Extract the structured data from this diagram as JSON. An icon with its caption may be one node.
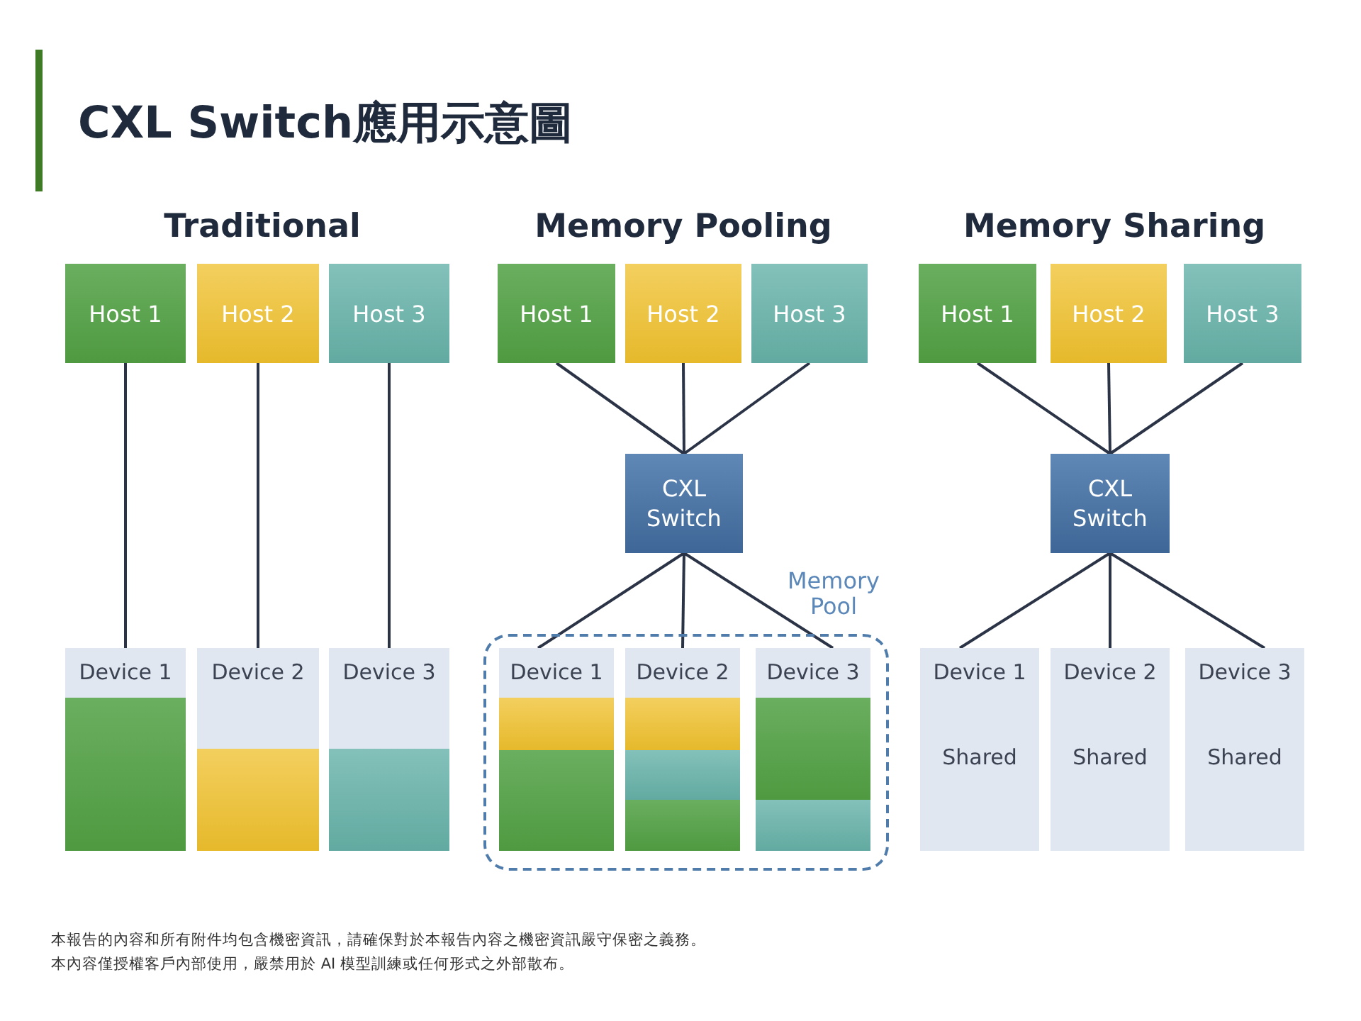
{
  "diagram": {
    "title": "CXL Switch應用示意圖",
    "nodes": [
      {
        "text": [
          "Host 1"
        ]
      },
      {
        "text": [
          "Host 2"
        ]
      },
      {
        "text": [
          "Host 3"
        ]
      },
      {
        "text": [
          "Device 1"
        ]
      },
      {
        "text": [],
        "shape": "bar",
        "in": 3
      },
      {
        "text": [
          "Device 2"
        ]
      },
      {
        "text": [],
        "shape": "bar",
        "in": 5
      },
      {
        "text": [
          "Device 3"
        ]
      },
      {
        "text": [],
        "shape": "bar",
        "in": 7
      },
      {
        "text": [
          "Host 1"
        ]
      },
      {
        "text": [
          "Host 2"
        ]
      },
      {
        "text": [
          "Host 3"
        ]
      },
      {
        "text": [
          "CXL Switch"
        ]
      },
      {
        "text": [
          "Memory Pool"
        ]
      },
      {
        "text": [
          "Device 1"
        ],
        "in": 13
      },
      {
        "text": [],
        "shape": "bar",
        "in": 14
      },
      {
        "text": [],
        "shape": "bar",
        "in": 14
      },
      {
        "text": [
          "Device 2"
        ],
        "in": 13
      },
      {
        "text": [],
        "shape": "bar",
        "in": 17
      },
      {
        "text": [],
        "shape": "bar",
        "in": 17
      },
      {
        "text": [],
        "shape": "bar",
        "in": 17
      },
      {
        "text": [
          "Device 3"
        ],
        "in": 13
      },
      {
        "text": [],
        "shape": "bar",
        "in": 21
      },
      {
        "text": [],
        "shape": "bar",
        "in": 21
      },
      {
        "text": [
          "Host 1"
        ]
      },
      {
        "text": [
          "Host 2"
        ]
      },
      {
        "text": [
          "Host 3"
        ]
      },
      {
        "text": [
          "CXL Switch"
        ]
      },
      {
        "text": [
          "Device 1",
          "Shared"
        ]
      },
      {
        "text": [
          "Device 2",
          "Shared"
        ]
      },
      {
        "text": [
          "Device 3",
          "Shared"
        ]
      }
    ],
    "edges": [
      {
        "from": 0,
        "to": 3,
        "arrow": "none"
      },
      {
        "from": 1,
        "to": 5,
        "arrow": "none"
      },
      {
        "from": 2,
        "to": 7,
        "arrow": "none"
      },
      {
        "from": 9,
        "to": 12,
        "arrow": "none"
      },
      {
        "from": 10,
        "to": 12,
        "arrow": "none"
      },
      {
        "from": 11,
        "to": 12,
        "arrow": "none"
      },
      {
        "from": 12,
        "to": 14,
        "arrow": "none"
      },
      {
        "from": 12,
        "to": 17,
        "arrow": "none"
      },
      {
        "from": 12,
        "to": 21,
        "arrow": "none"
      },
      {
        "from": 24,
        "to": 27,
        "arrow": "none"
      },
      {
        "from": 25,
        "to": 27,
        "arrow": "none"
      },
      {
        "from": 26,
        "to": 27,
        "arrow": "none"
      },
      {
        "from": 27,
        "to": 28,
        "arrow": "none"
      },
      {
        "from": 27,
        "to": 29,
        "arrow": "none"
      },
      {
        "from": 27,
        "to": 30,
        "arrow": "none"
      }
    ],
    "labels": [
      "Traditional",
      "Memory Pooling",
      "Memory Sharing",
      "本報告的內容和所有附件均包含機密資訊，請確保對於本報告內容之機密資訊嚴守保密之義務。",
      "本內容僅授權客戶內部使用，嚴禁用於 AI 模型訓練或任何形式之外部散布。"
    ]
  }
}
